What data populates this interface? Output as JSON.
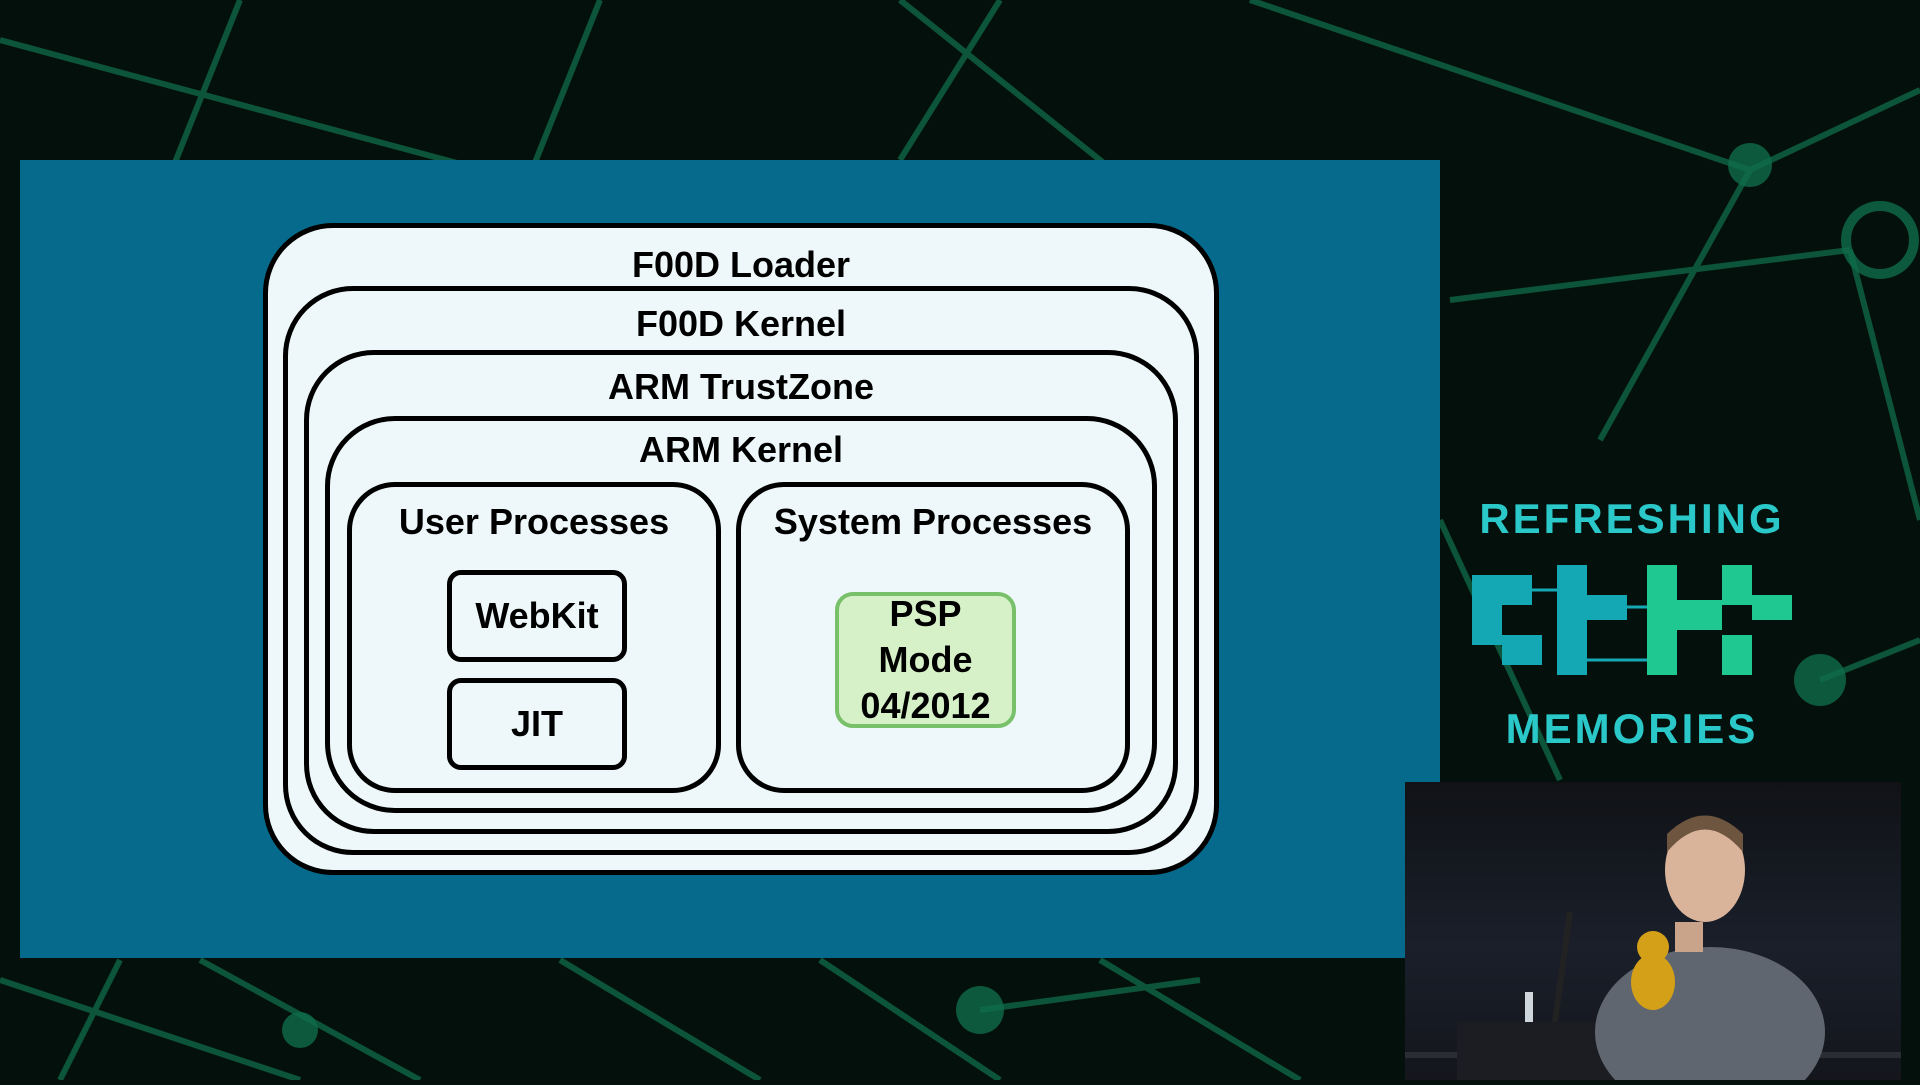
{
  "diagram": {
    "layers": [
      "F00D Loader",
      "F00D Kernel",
      "ARM TrustZone",
      "ARM Kernel"
    ],
    "user_processes": {
      "title": "User Processes",
      "items": [
        "WebKit",
        "JIT"
      ]
    },
    "system_processes": {
      "title": "System Processes",
      "psp": [
        "PSP",
        "Mode",
        "04/2012"
      ]
    }
  },
  "branding": {
    "top": "REFRESHING",
    "bottom": "MEMORIES"
  },
  "colors": {
    "slide_background": "#056a8c",
    "layer_fill": "#eef8fa",
    "psp_fill": "#d6f0c8",
    "psp_border": "#78c06a",
    "brand_teal": "#2ac8c8",
    "brand_green": "#24d890"
  }
}
